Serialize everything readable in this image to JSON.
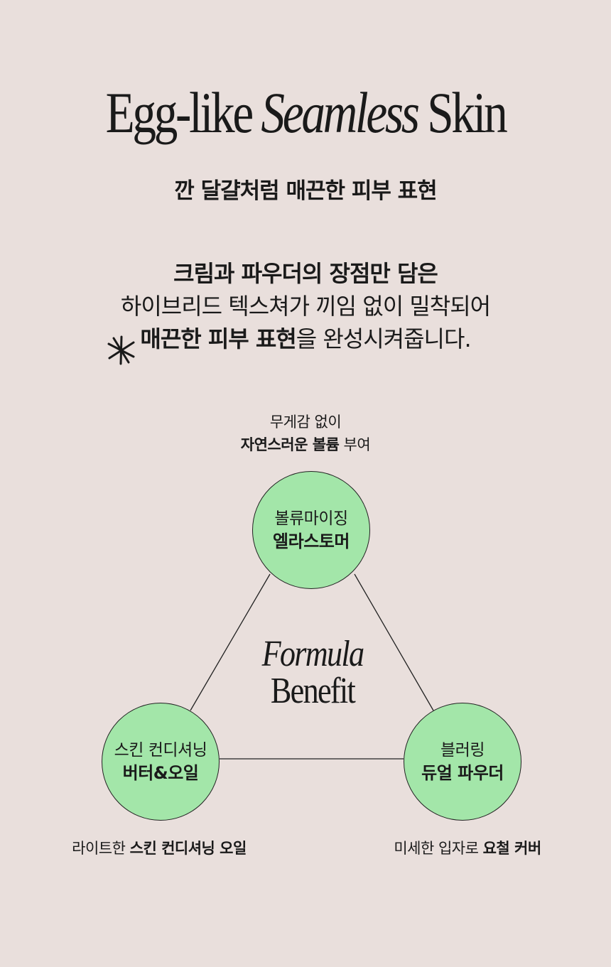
{
  "header": {
    "title_part1": "Egg-like",
    "title_italic": "Seamless",
    "title_part2": "Skin",
    "subtitle": "깐 달걀처럼 매끈한 피부 표현"
  },
  "description": {
    "line1": "크림과 파우더의 장점만 담은",
    "line2": "하이브리드 텍스쳐가 끼임 없이 밀착되어",
    "line3_bold": "매끈한 피부 표현",
    "line3_rest": "을 완성시켜줍니다."
  },
  "diagram": {
    "center_italic": "Formula",
    "center_text": "Benefit",
    "top": {
      "caption_line1": "무게감 없이",
      "caption_bold": "자연스러운 볼륨",
      "caption_rest": " 부여",
      "circle_line1": "볼류마이징",
      "circle_line2": "엘라스토머"
    },
    "left": {
      "caption_pre": "라이트한 ",
      "caption_bold": "스킨 컨디셔닝 오일",
      "circle_line1": "스킨 컨디셔닝",
      "circle_line2": "버터&오일"
    },
    "right": {
      "caption_pre": "미세한 입자로 ",
      "caption_bold": "요철 커버",
      "circle_line1": "블러링",
      "circle_line2": "듀얼 파우더"
    },
    "circle_color": "#a3e6a9"
  }
}
